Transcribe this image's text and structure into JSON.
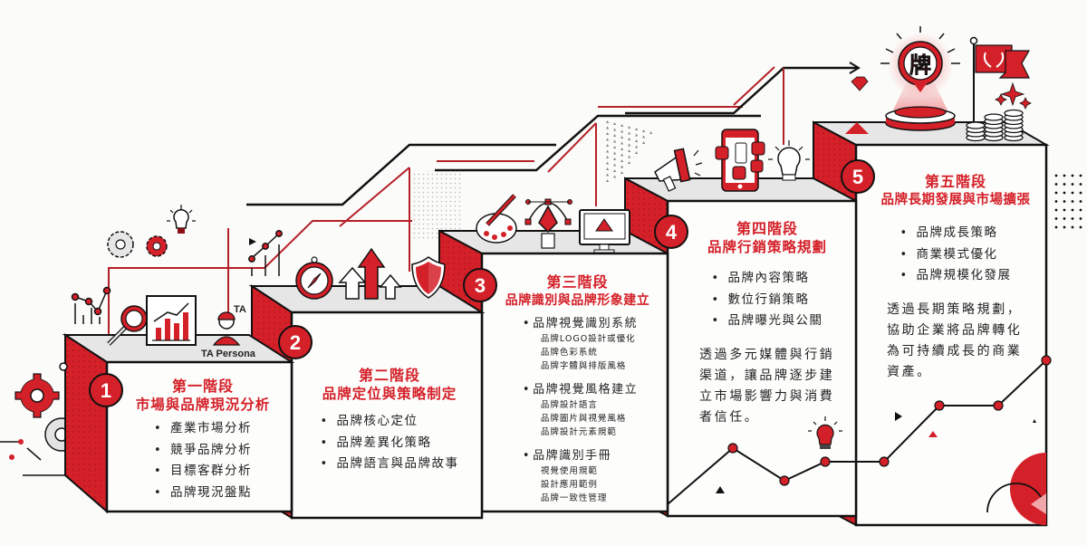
{
  "diagram": {
    "type": "staircase-process",
    "accent_color": "#d42028",
    "ink_color": "#1a1a1a",
    "top_face_color": "#e6e6e6",
    "stages": [
      {
        "number": "1",
        "title": "第一階段",
        "subtitle": "市場與品牌現況分析",
        "bullets": [
          "產業市場分析",
          "競爭品牌分析",
          "目標客群分析",
          "品牌現況盤點"
        ],
        "icons": [
          "line-chart-icon",
          "magnifier-icon",
          "bar-chart-icon",
          "ta-persona-icon"
        ],
        "icon_labels": {
          "ta": "TA",
          "persona": "TA Persona"
        }
      },
      {
        "number": "2",
        "title": "第二階段",
        "subtitle": "品牌定位與策略制定",
        "bullets": [
          "品牌核心定位",
          "品牌差異化策略",
          "品牌語言與品牌故事"
        ],
        "icons": [
          "compass-icon",
          "growth-arrows-icon",
          "shield-icon"
        ]
      },
      {
        "number": "3",
        "title": "第三階段",
        "subtitle": "品牌識別與品牌形象建立",
        "groups": [
          {
            "head": "品牌視覺識別系統",
            "items": [
              "品牌LOGO設計或優化",
              "品牌色彩系統",
              "品牌字體與排版風格"
            ]
          },
          {
            "head": "品牌視覺風格建立",
            "items": [
              "品牌設計語言",
              "品牌圖片與視覺風格",
              "品牌設計元素規範"
            ]
          },
          {
            "head": "品牌識別手冊",
            "items": [
              "視覺使用規範",
              "設計應用範例",
              "品牌一致性管理"
            ]
          }
        ],
        "icons": [
          "palette-icon",
          "pen-tool-icon",
          "monitor-icon"
        ]
      },
      {
        "number": "4",
        "title": "第四階段",
        "subtitle": "品牌行銷策略規劃",
        "bullets": [
          "品牌內容策略",
          "數位行銷策略",
          "品牌曝光與公關"
        ],
        "paragraph_lines": [
          "透過多元媒體與行銷",
          "渠道，讓品牌逐步建",
          "立市場影響力與消費",
          "者信任。"
        ],
        "icons": [
          "megaphone-icon",
          "smartphone-social-icon",
          "lightbulb-icon"
        ]
      },
      {
        "number": "5",
        "title": "第五階段",
        "subtitle": "品牌長期發展與市場擴張",
        "bullets": [
          "品牌成長策略",
          "商業模式優化",
          "品牌規模化發展"
        ],
        "paragraph_lines": [
          "透過長期策略規劃，",
          "協助企業將品牌轉化",
          "為可持續成長的商業",
          "資產。"
        ],
        "icons": [
          "brand-hologram-icon",
          "laurel-flag-icon",
          "coin-stacks-icon",
          "sparkle-icon"
        ],
        "brand_glyph": "牌"
      }
    ],
    "growth_line": {
      "description": "decorative rising line with nodes",
      "points": [
        [
          0.0,
          0.0
        ],
        [
          0.22,
          0.7
        ],
        [
          0.38,
          0.4
        ],
        [
          0.52,
          0.55
        ],
        [
          0.72,
          0.55
        ],
        [
          0.9,
          1.1
        ],
        [
          1.08,
          1.1
        ],
        [
          1.27,
          1.6
        ]
      ]
    }
  }
}
